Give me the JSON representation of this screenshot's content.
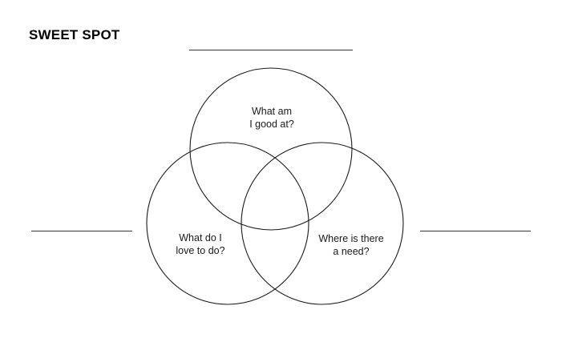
{
  "title": "SWEET SPOT",
  "circles": [
    {
      "id": "skills",
      "lines": [
        "What am",
        "I good at?"
      ]
    },
    {
      "id": "passion",
      "lines": [
        "What do I",
        "love to do?"
      ]
    },
    {
      "id": "need",
      "lines": [
        "Where is there",
        "a need?"
      ]
    }
  ]
}
